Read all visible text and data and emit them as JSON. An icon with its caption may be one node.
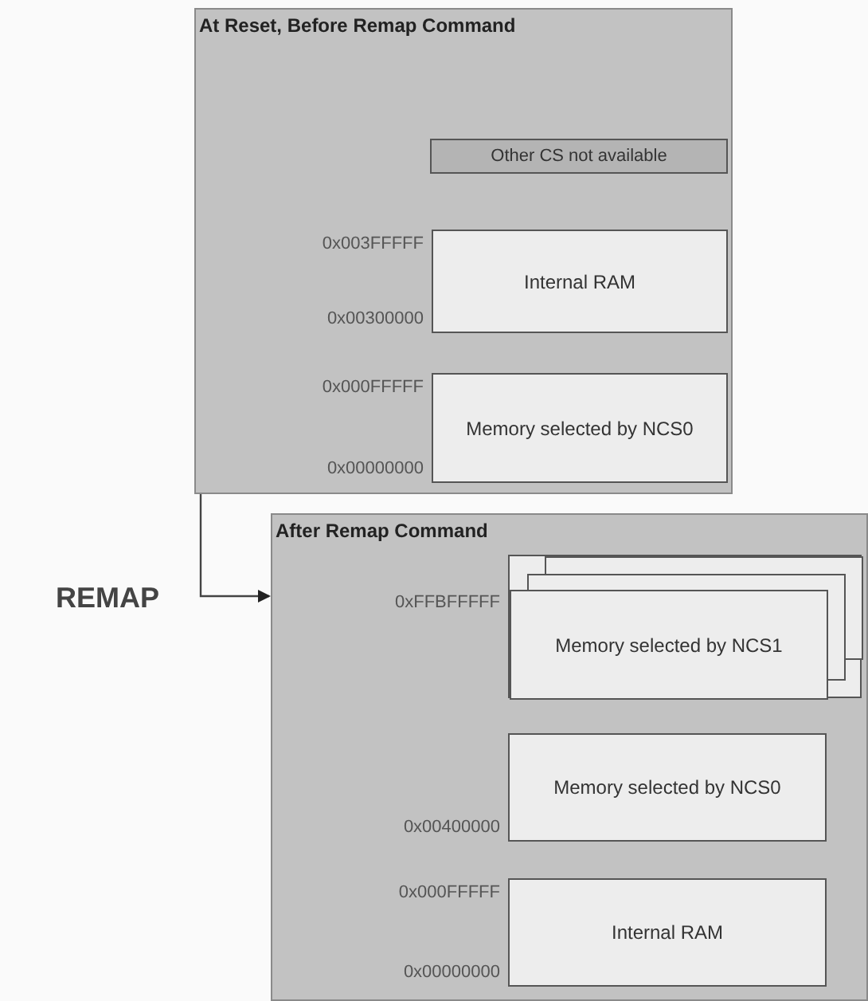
{
  "diagram": {
    "nodes": [
      {
        "text": [
          "At Reset, Before Remap Command"
        ]
      },
      {
        "text": [
          "Other CS not available"
        ],
        "in": 0
      },
      {
        "text": [
          "Internal RAM"
        ],
        "in": 0,
        "beside": [
          "0x003FFFFF",
          "0x00300000"
        ]
      },
      {
        "text": [
          "Memory selected by NCS0"
        ],
        "in": 0,
        "beside": [
          "0x000FFFFF",
          "0x00000000"
        ]
      },
      {
        "text": [
          "After Remap Command"
        ]
      },
      {
        "text": [
          "Memory selected by NCS1"
        ],
        "in": 4,
        "beside": [
          "0xFFBFFFFF"
        ]
      },
      {
        "text": [
          "Memory selected by NCS0"
        ],
        "in": 4,
        "beside": [
          "0x00400000"
        ]
      },
      {
        "text": [
          "Internal RAM"
        ],
        "in": 4,
        "beside": [
          "0x000FFFFF",
          "0x00000000"
        ]
      }
    ],
    "edges": [
      {
        "from": 0,
        "to": 4,
        "arrow": "to",
        "label": "REMAP"
      }
    ]
  }
}
